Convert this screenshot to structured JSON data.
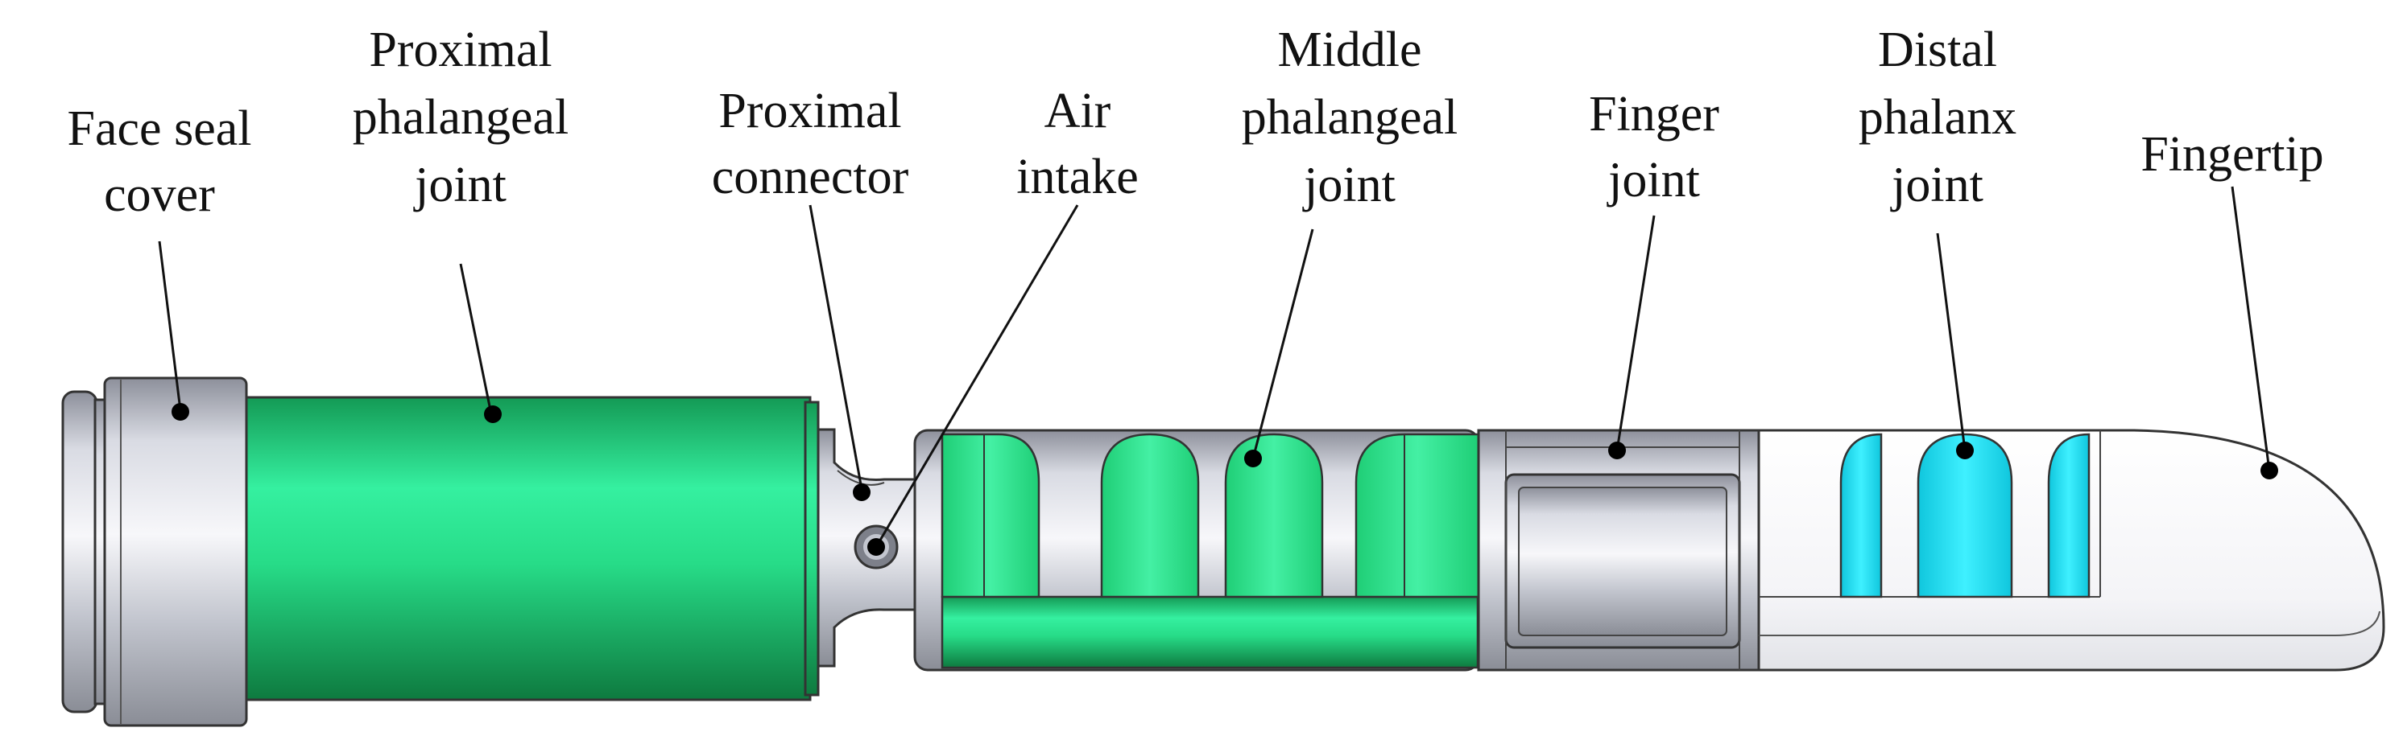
{
  "labels": {
    "face_seal_cover": [
      "Face seal",
      "cover"
    ],
    "proximal_phalangeal_joint": [
      "Proximal",
      "phalangeal",
      "joint"
    ],
    "proximal_connector": [
      "Proximal",
      "connector"
    ],
    "air_intake": [
      "Air",
      "intake"
    ],
    "middle_phalangeal_joint": [
      "Middle",
      "phalangeal",
      "joint"
    ],
    "finger_joint": [
      "Finger",
      "joint"
    ],
    "distal_phalanx_joint": [
      "Distal",
      "phalanx",
      "joint"
    ],
    "fingertip": [
      "Fingertip"
    ]
  },
  "colors": {
    "green": "#22d47e",
    "cyan": "#1ad8ec",
    "metal": "#c9ccd6",
    "outline": "#222222"
  }
}
